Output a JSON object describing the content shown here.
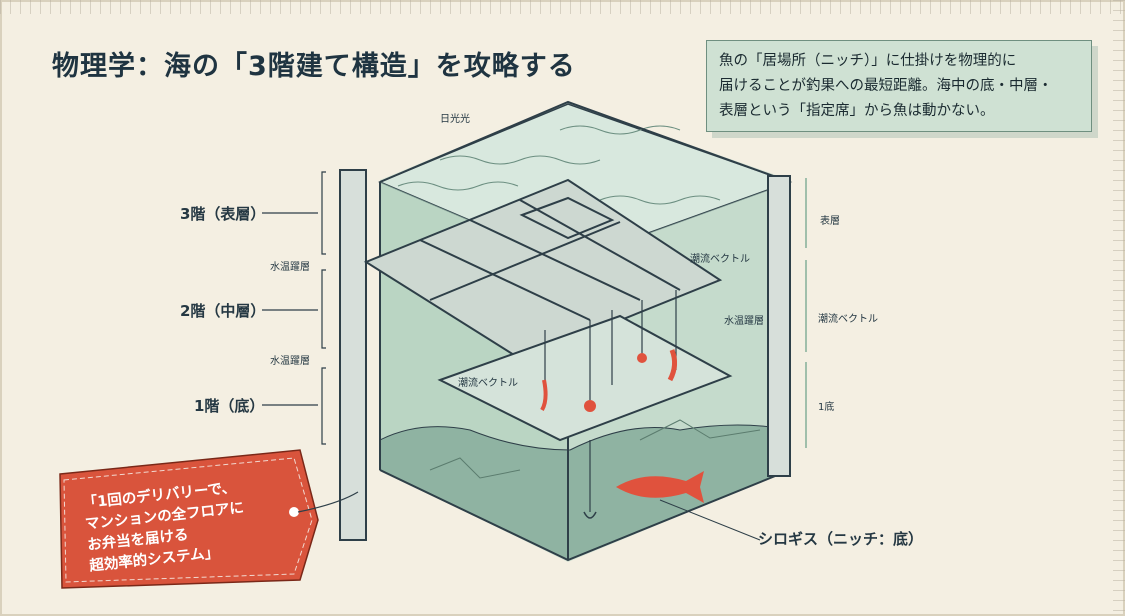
{
  "title": "物理学：海の「3階建て構造」を攻略する",
  "note": {
    "line1": "魚の「居場所（ニッチ）」に仕掛けを物理的に",
    "line2": "届けることが釣果への最短距離。海中の底・中層・",
    "line3": "表層という「指定席」から魚は動かない。"
  },
  "floors": {
    "third": "3階（表層）",
    "second": "2階（中層）",
    "first": "1階（底）"
  },
  "small_labels": {
    "thermocline_upper": "水温躍層",
    "thermocline_lower": "水温躍層",
    "sunlight": "日光光",
    "current_vector_top": "潮流ベクトル",
    "thermocline_center": "水温躍層",
    "current_vector_left": "潮流ベクトル",
    "right_surface": "表層",
    "right_current": "潮流ベクトル",
    "right_bottom": "1底"
  },
  "tag": {
    "line1": "「1回のデリバリーで、",
    "line2": "マンションの全フロアに",
    "line3": "お弁当を届ける",
    "line4": "超効率的システム」"
  },
  "fish_label": "シロギス（ニッチ：底）",
  "colors": {
    "background": "#f4efe2",
    "water": "#9fc6b3",
    "frame": "#2e3f48",
    "tag": "#d9543c",
    "fish": "#e0523d"
  }
}
